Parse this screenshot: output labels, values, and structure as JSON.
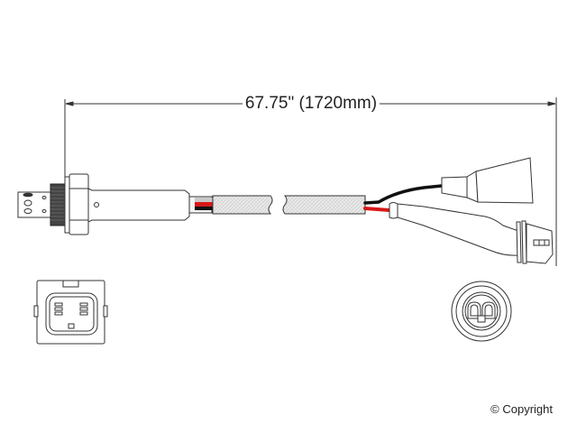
{
  "diagram": {
    "subject": "Oxygen sensor with wire harness",
    "dimension": {
      "label": "67.75\" (1720mm)",
      "inches": 67.75,
      "millimeters": 1720
    },
    "copyright": "© Copyright",
    "colors": {
      "line": "#333333",
      "wire_red": "#d81818",
      "wire_black": "#111111",
      "sleeve_fill": "#e6e6e6",
      "thread": "#444444"
    },
    "components": [
      {
        "name": "sensor-body",
        "label": "Threaded sensor with hex nut"
      },
      {
        "name": "wire-sleeve",
        "label": "Braided protective sleeve (broken view)"
      },
      {
        "name": "black-wire-boot",
        "label": "Black wire terminal boot"
      },
      {
        "name": "red-wire-connector",
        "label": "Red wire round connector"
      },
      {
        "name": "end-view-rectangular",
        "label": "Rectangular connector end view"
      },
      {
        "name": "end-view-round",
        "label": "Round connector end view"
      }
    ]
  }
}
